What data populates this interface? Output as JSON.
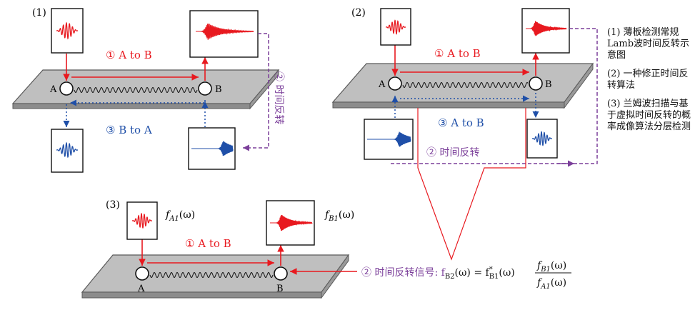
{
  "colors": {
    "red": "#e8191f",
    "blue": "#1f4fa8",
    "purple": "#7b3f9a",
    "plate": "#bfbfbf",
    "plate_edge": "#5a5a5a"
  },
  "panel1": {
    "label": "(1)",
    "arrow_ab": "① A to B",
    "arrow_ba": "③ B to A",
    "tr_label": "② 时间反转",
    "point_a": "A",
    "point_b": "B"
  },
  "panel2": {
    "label": "(2)",
    "arrow_ab": "① A to B",
    "arrow_ab3": "③ A to B",
    "tr_label": "② 时间反转",
    "point_a": "A",
    "point_b": "B"
  },
  "panel3": {
    "label": "(3)",
    "arrow_ab": "① A to B",
    "f_a1": "f",
    "f_a1_sub": "A1",
    "f_a1_arg": "(ω)",
    "f_b1": "f",
    "f_b1_sub": "B1",
    "f_b1_arg": "(ω)",
    "tr_signal_prefix": "② 时间反转信号: f",
    "tr_sub_b2": "B2",
    "tr_eq": "(ω) = f",
    "tr_sup_star": "*",
    "tr_sub_b1": "B1",
    "tr_omega": "(ω)",
    "frac_num": "f",
    "frac_num_sub": "B1",
    "frac_num_arg": "(ω)",
    "frac_den": "f",
    "frac_den_sub": "A1",
    "frac_den_arg": "(ω)",
    "point_a": "A",
    "point_b": "B"
  },
  "captions": [
    "(1) 薄板检测常规Lamb波时间反转示意图",
    "(2) 一种修正时间反转算法",
    "(3) 兰姆波扫描与基于虚拟时间反转的概率成像算法分层检测"
  ]
}
